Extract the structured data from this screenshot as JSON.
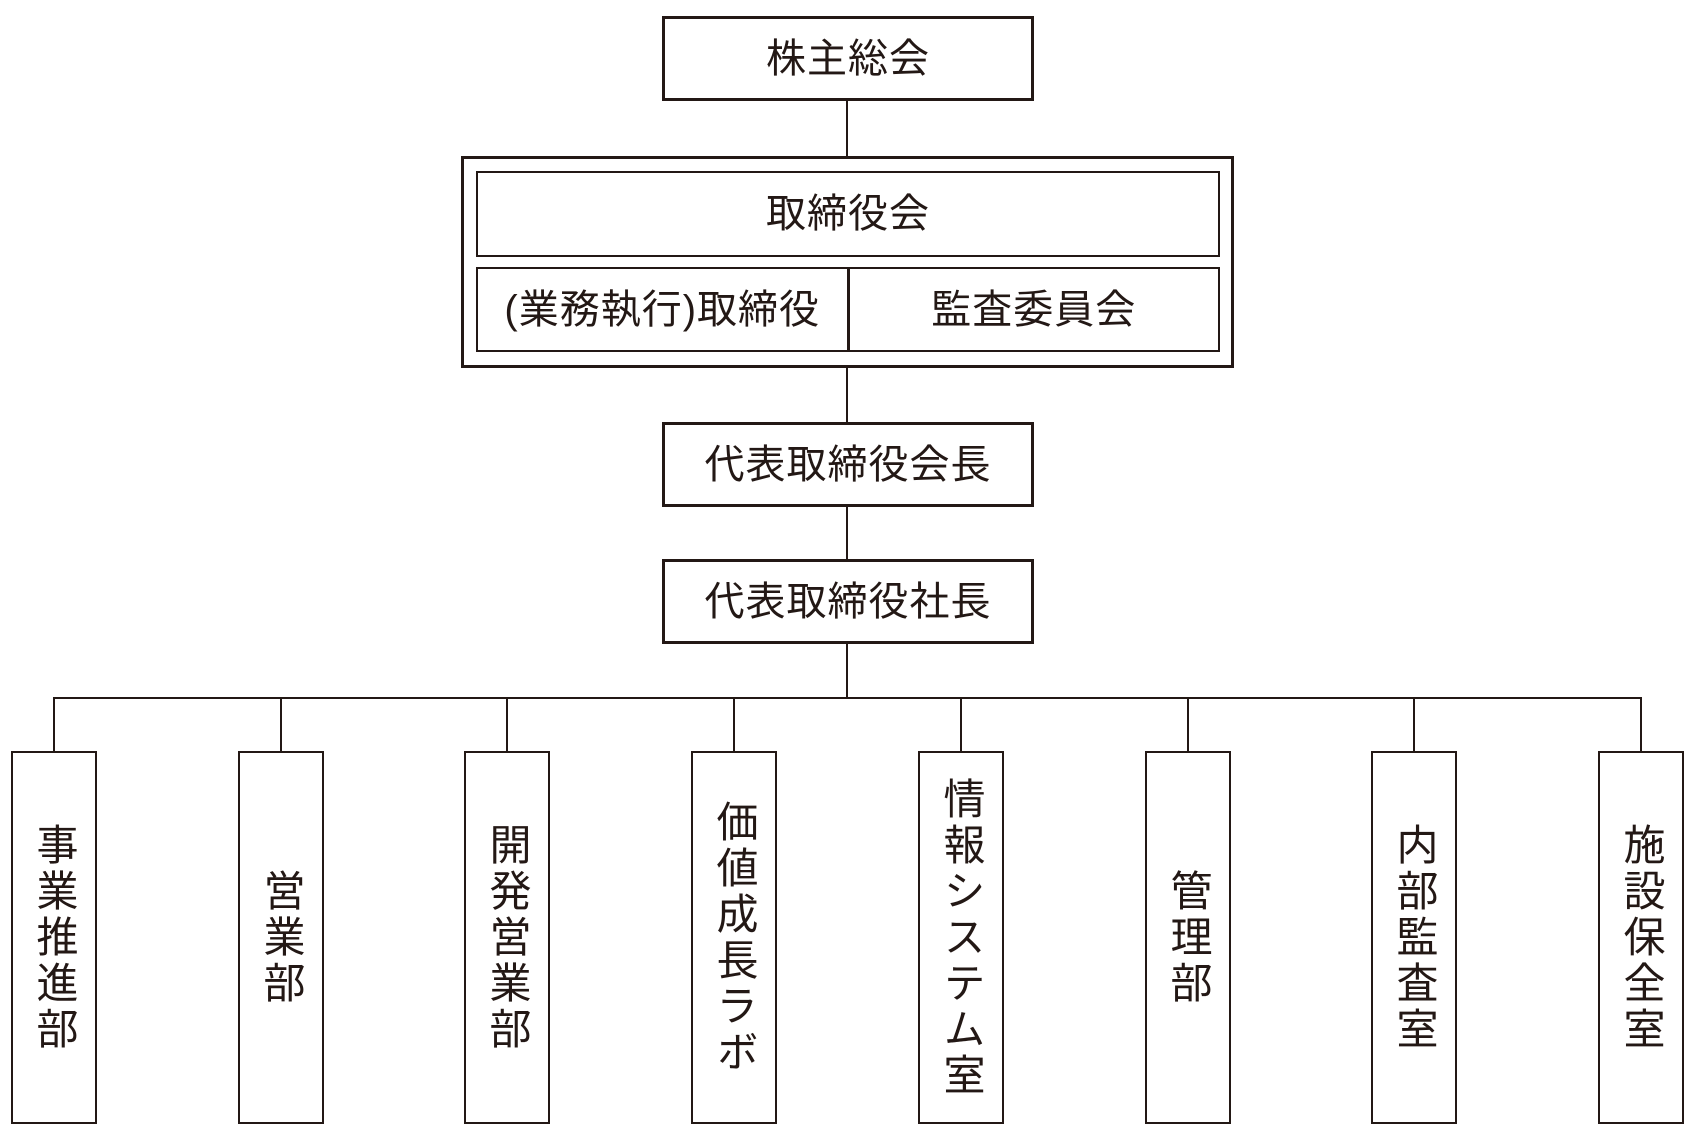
{
  "page": {
    "background": "#ffffff"
  },
  "colors": {
    "line": "#231815",
    "text": "#231815"
  },
  "nodes": {
    "shareholders": "株主総会",
    "board": "取締役会",
    "executive_directors": "(業務執行)取締役",
    "audit_committee": "監査委員会",
    "chairman": "代表取締役会長",
    "president": "代表取締役社長"
  },
  "departments": [
    "事業推進部",
    "営業部",
    "開発営業部",
    "価値成長ラボ",
    "情報システム室",
    "管理部",
    "内部監査室",
    "施設保全室"
  ]
}
